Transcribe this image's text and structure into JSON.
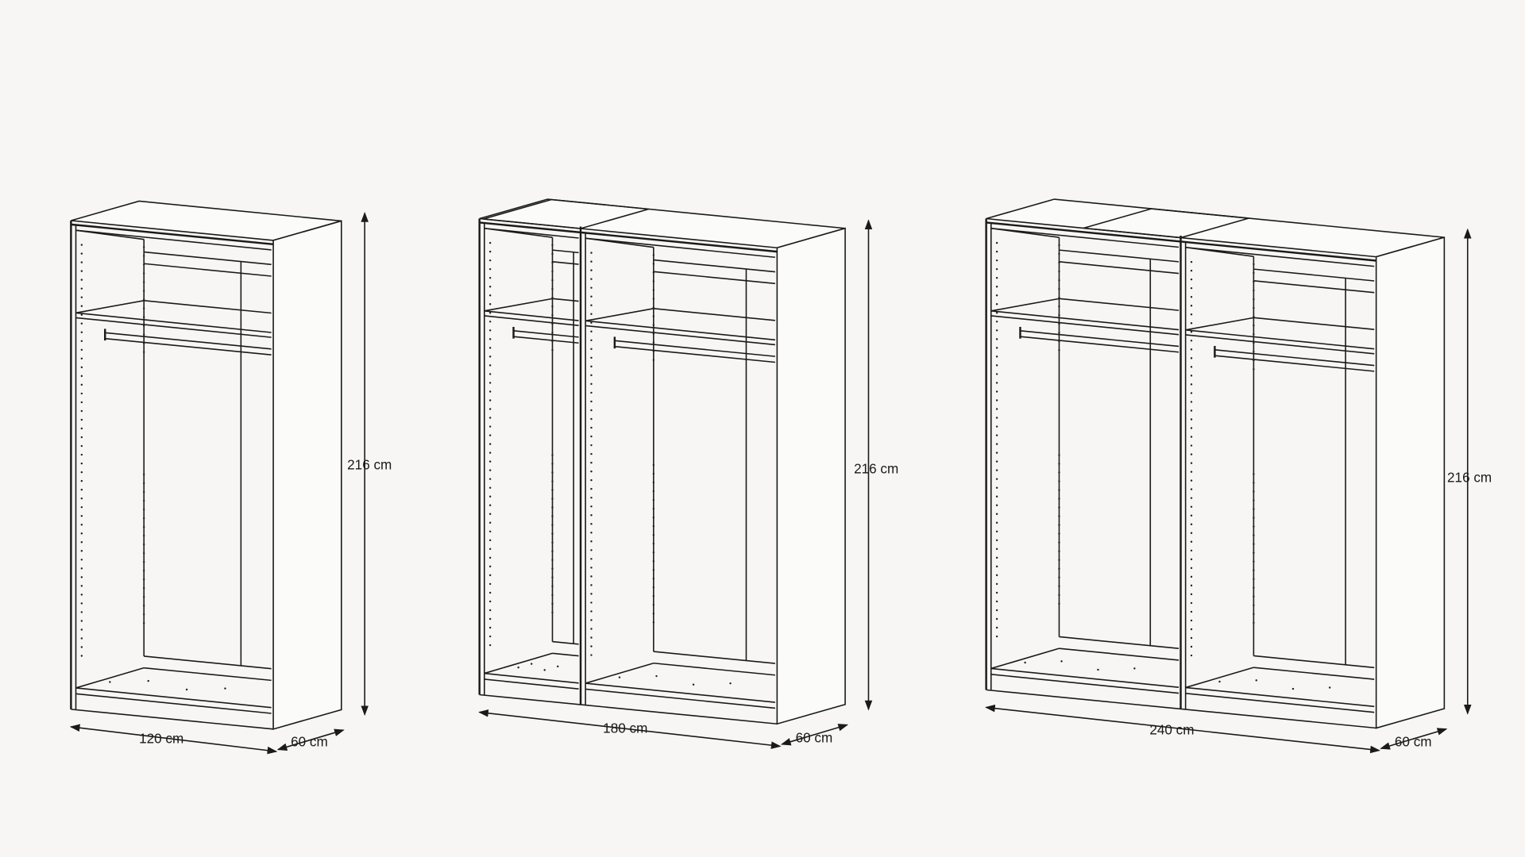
{
  "wardrobes": [
    {
      "name": "wardrobe-120",
      "modules": 1,
      "height_label": "216 cm",
      "width_label": "120 cm",
      "depth_label": "60 cm"
    },
    {
      "name": "wardrobe-180",
      "modules": 2,
      "height_label": "216 cm",
      "width_label": "180 cm",
      "depth_label": "60 cm"
    },
    {
      "name": "wardrobe-240",
      "modules": 2,
      "height_label": "216 cm",
      "width_label": "240 cm",
      "depth_label": "60 cm"
    }
  ]
}
